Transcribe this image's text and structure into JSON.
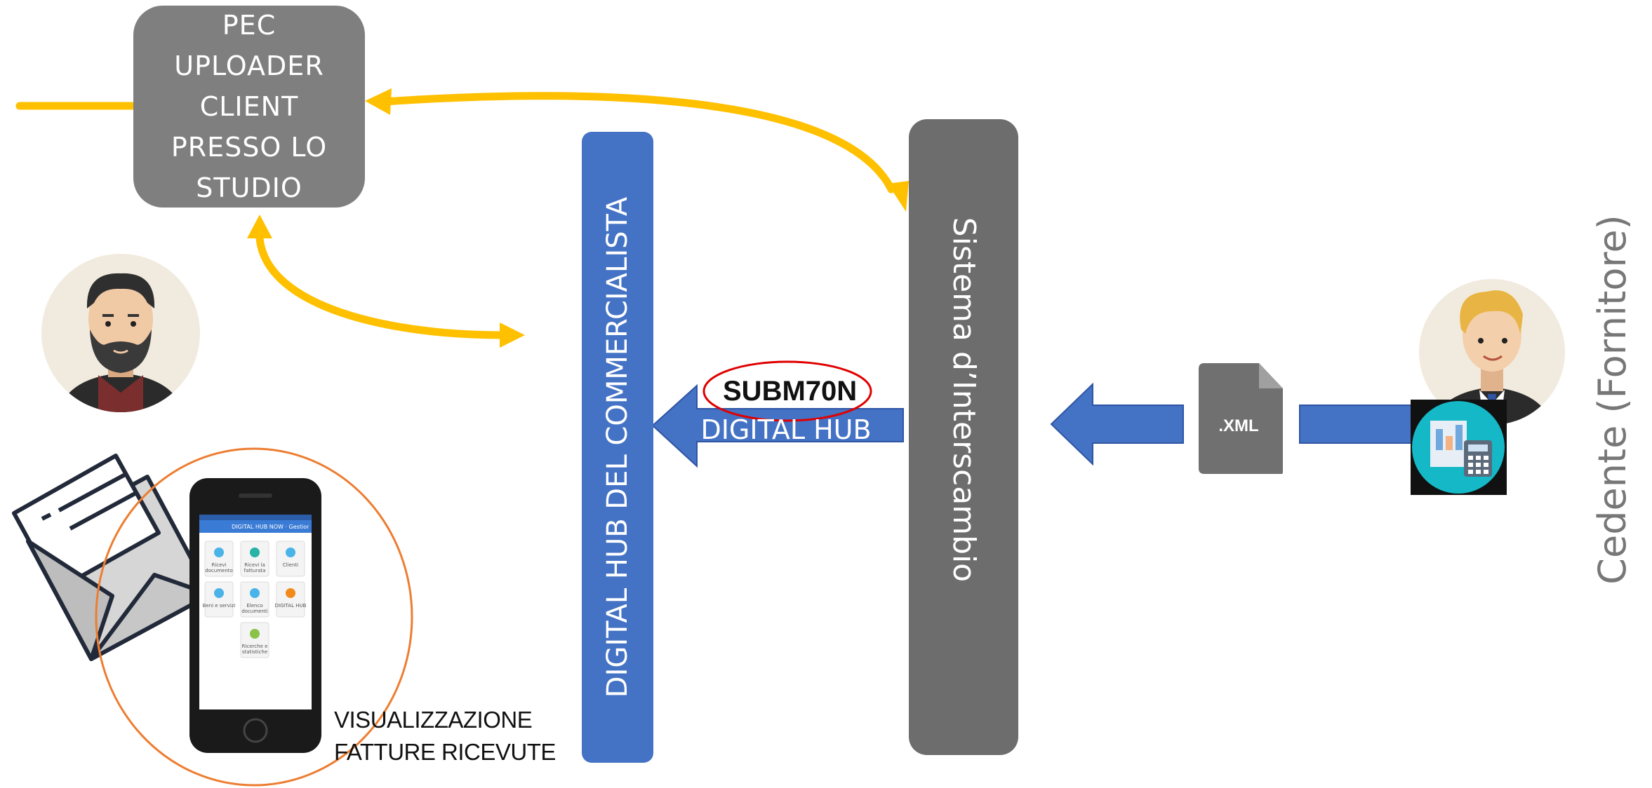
{
  "pec_box": {
    "lines": [
      "PEC",
      "UPLOADER",
      "CLIENT",
      "PRESSO LO",
      "STUDIO"
    ]
  },
  "digital_hub_bar": {
    "label": "DIGITAL HUB DEL COMMERCIALISTA"
  },
  "sdi_bar": {
    "label": "Sistema d’Interscambio"
  },
  "center_arrow": {
    "code": "SUBM70N",
    "label": "DIGITAL HUB"
  },
  "xml_file": {
    "label": ".XML"
  },
  "cedente": {
    "label": "Cedente (Fornitore)"
  },
  "visualizzazione": {
    "lines": [
      "VISUALIZZAZIONE",
      "FATTURE RICEVUTE"
    ]
  },
  "phone": {
    "title": "DIGITAL HUB NOW · Gestione",
    "apps": [
      "Ricevi documento",
      "Ricevi la fatturata",
      "Clienti",
      "Beni e servizi",
      "Elenco documenti",
      "DIGITAL HUB",
      "Ricerche e statistiche"
    ]
  },
  "colors": {
    "arrow_yellow": "#ffc000",
    "hub_blue": "#4472c4",
    "sdi_gray": "#6d6d6d",
    "pec_gray": "#7f7f7f",
    "circle_orange": "#ed7d31",
    "ellipse_red": "#e00000",
    "cedente_gray": "#777777"
  },
  "icons": [
    "commercialista-avatar",
    "fornitore-avatar",
    "envelope-icon",
    "smartphone",
    "xml-file-icon",
    "accounting-icon",
    "sdi-logo"
  ]
}
